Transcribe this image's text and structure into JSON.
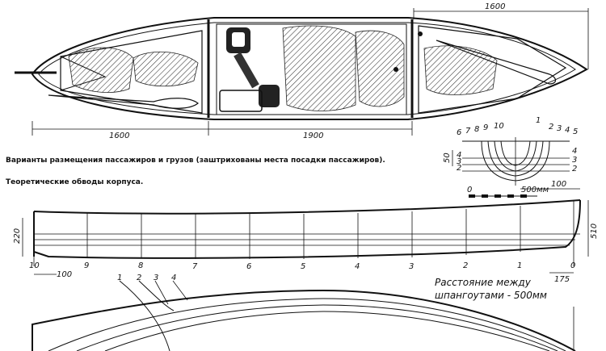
{
  "captions": {
    "variants": "Варианты размещения пассажиров и грузов (заштрихованы места посадки пассажиров).",
    "lines": "Теоретические обводы корпуса."
  },
  "plan_dims": {
    "top_right": "1600",
    "bottom_left": "1600",
    "bottom_mid": "1900"
  },
  "section": {
    "left_stations": [
      "6",
      "7",
      "8",
      "9",
      "10"
    ],
    "right_stations": [
      "1",
      "2",
      "3",
      "4",
      "5"
    ],
    "left_waterlines": [
      "4",
      "3",
      "2"
    ],
    "right_waterlines": [
      "4",
      "3",
      "2"
    ],
    "height_dim": "50",
    "scale_zero": "0",
    "scale_end": "500мм"
  },
  "profile": {
    "stations": [
      "10",
      "9",
      "8",
      "7",
      "6",
      "5",
      "4",
      "3",
      "2",
      "1",
      "0"
    ],
    "dim_top_right": "100",
    "dim_left_height": "220",
    "dim_right_height": "510",
    "dim_bottom_left": "100",
    "dim_bottom_right": "175"
  },
  "note": {
    "line1": "Расстояние между",
    "line2": "шпангоутами - 500мм"
  },
  "half_breadth": {
    "labels": [
      "1",
      "2",
      "3",
      "4"
    ]
  }
}
